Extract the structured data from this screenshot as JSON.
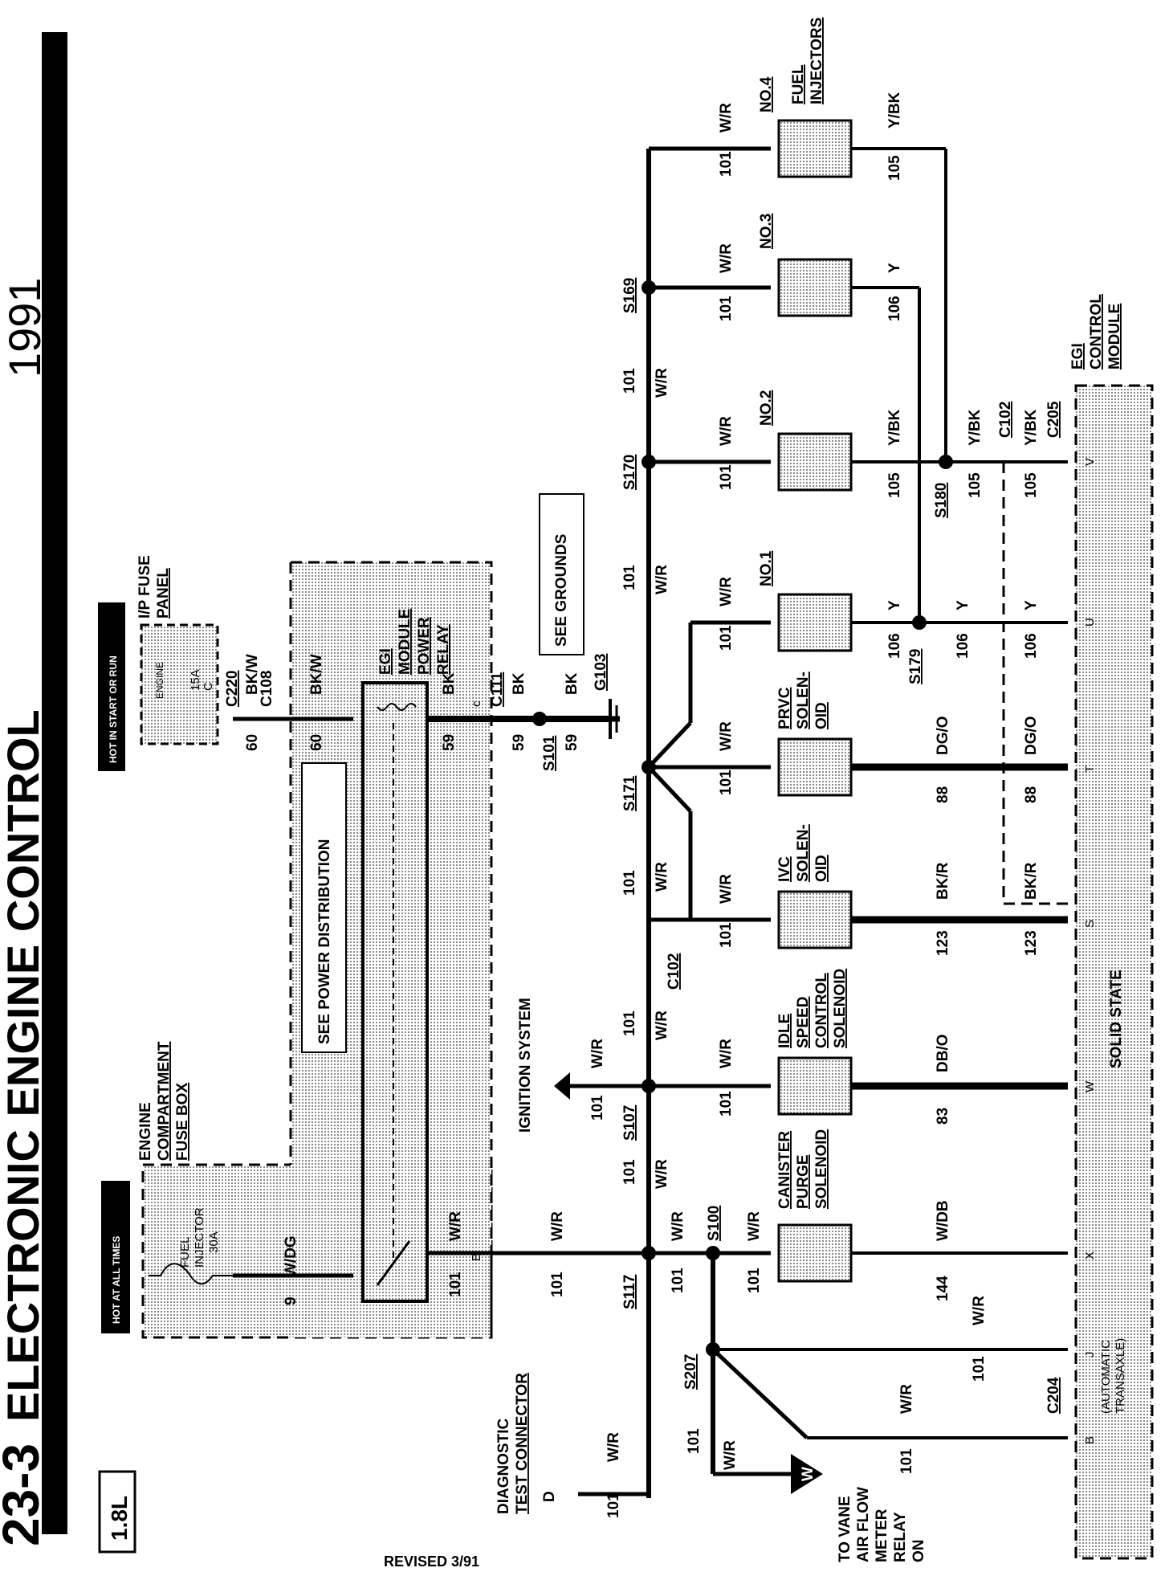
{
  "header": {
    "section": "23-3",
    "title": "ELECTRONIC ENGINE CONTROL",
    "year": "1991",
    "engine": "1.8L",
    "revised": "REVISED 3/91"
  },
  "tags": {
    "hot_all_times": "HOT AT ALL TIMES",
    "hot_start_run": "HOT IN START OR RUN"
  },
  "components": {
    "engine_fuse_box": [
      "ENGINE",
      "COMPARTMENT",
      "FUSE BOX"
    ],
    "fuel_injector_fuse": [
      "FUEL",
      "INJECTOR",
      "30A"
    ],
    "ip_fuse_panel": [
      "I/P FUSE",
      "PANEL"
    ],
    "engine_fuse": [
      "ENGINE",
      "15A",
      "C"
    ],
    "power_distribution": "SEE POWER DISTRIBUTION",
    "egi_relay": [
      "EGI",
      "MODULE",
      "POWER",
      "RELAY"
    ],
    "ignition_system": "IGNITION SYSTEM",
    "see_grounds": "SEE GROUNDS",
    "diag_connector": [
      "DIAGNOSTIC",
      "TEST CONNECTOR"
    ],
    "vane_airflow": [
      "TO VANE",
      "AIR FLOW",
      "METER",
      "RELAY",
      "ON"
    ],
    "canister": [
      "CANISTER",
      "PURGE",
      "SOLENOID"
    ],
    "idle_speed": [
      "IDLE",
      "SPEED",
      "CONTROL",
      "SOLENOID"
    ],
    "ivc": [
      "IVC",
      "SOLEN-",
      "OID"
    ],
    "prvc": [
      "PRVC",
      "SOLEN-",
      "OID"
    ],
    "no1": "NO.1",
    "no2": "NO.2",
    "no3": "NO.3",
    "no4": "NO.4",
    "fuel_injectors": [
      "FUEL",
      "INJECTORS"
    ],
    "egi_module": [
      "EGI",
      "CONTROL",
      "MODULE"
    ],
    "solid_state": "SOLID STATE",
    "automatic": [
      "(AUTOMATIC",
      "TRANSAXLE)"
    ]
  },
  "connectors": {
    "c220": "C220",
    "c108": "C108",
    "c111": "C111",
    "c102": "C102",
    "c204": "C204",
    "c205": "C205",
    "g103": "G103",
    "s100": "S100",
    "s101": "S101",
    "s107": "S107",
    "s117": "S117",
    "s169": "S169",
    "s170": "S170",
    "s171": "S171",
    "s179": "S179",
    "s180": "S180",
    "s207": "S207"
  },
  "wires": {
    "wr": "W/R",
    "wdg": "W/DG",
    "bkw": "BK/W",
    "bk": "BK",
    "wdb": "W/DB",
    "dbo": "DB/O",
    "bkr": "BK/R",
    "dgo": "DG/O",
    "y": "Y",
    "ybk": "Y/BK",
    "c101": "101",
    "c9": "9",
    "c60": "60",
    "c59": "59",
    "c144": "144",
    "c83": "83",
    "c123": "123",
    "c88": "88",
    "c106": "106",
    "c105": "105"
  },
  "pins": {
    "b": "B",
    "c": "c",
    "d": "D",
    "j": "J",
    "x": "X",
    "w": "W",
    "s": "S",
    "t": "T",
    "u": "U",
    "v": "V",
    "bb": "B"
  },
  "colors": {
    "ink": "#000000",
    "shade": "#cfcfcf",
    "paper": "#ffffff"
  }
}
